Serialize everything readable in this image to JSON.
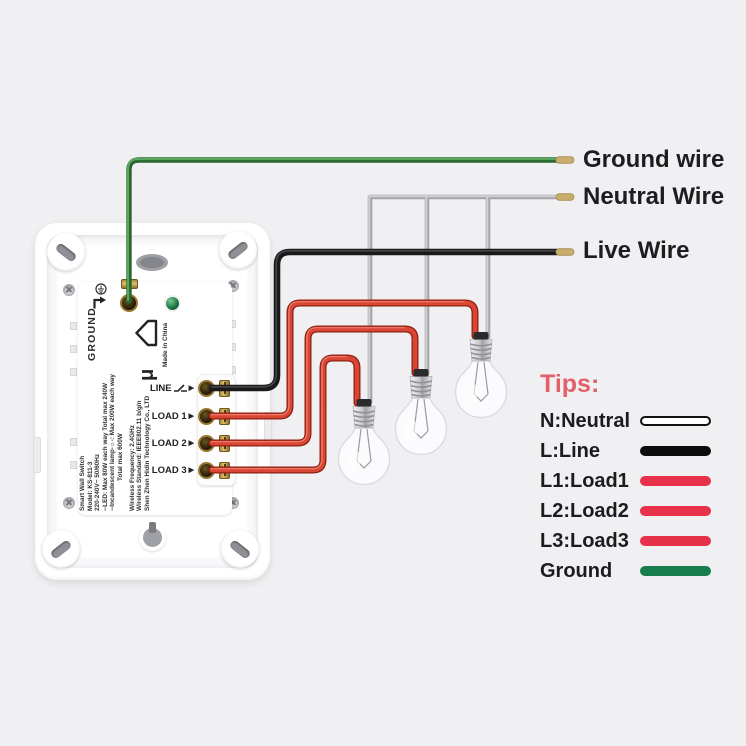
{
  "wire_labels": {
    "ground": "Ground wire",
    "neutral": "Neutral Wire",
    "live": "Live Wire"
  },
  "legend": {
    "title": "Tips:",
    "title_style": "color:#e2606a",
    "items": [
      {
        "label": "N:Neutral",
        "pill_style": "background:#ffffff;border:2.5px solid #111111"
      },
      {
        "label": "L:Line",
        "pill_style": "background:#0d0d0d;border:2.5px solid #0d0d0d"
      },
      {
        "label": "L1:Load1",
        "pill_style": "background:#e73049;border:2.5px solid #e73049"
      },
      {
        "label": "L2:Load2",
        "pill_style": "background:#e73049;border:2.5px solid #e73049"
      },
      {
        "label": "L3:Load3",
        "pill_style": "background:#e73049;border:2.5px solid #e73049"
      },
      {
        "label": "Ground",
        "pill_style": "background:#177d4d;border:2.5px solid #177d4d"
      }
    ]
  },
  "device": {
    "ground_label": "GROUND",
    "made_in": "Made in China",
    "mu_symbol": "μ",
    "terminal_arrow": "▶",
    "terminals": [
      {
        "label": "LINE"
      },
      {
        "label": "LOAD 1"
      },
      {
        "label": "LOAD 2"
      },
      {
        "label": "LOAD 3"
      }
    ],
    "spec_lines": [
      "Smart Wall Switch",
      "Model: KS-811-3",
      "220-240V~ 50/60Hz",
      "--LED: Max 80W each way  Total max 240W",
      "--Incandescent lamp-☼-: Max 200W each way",
      "Total max 600W",
      "Wireless Frequency: 2.4GHz",
      "Wireless Standard: IEEE802.11 b/g/n",
      "Shen Zhen Hidin Technology Co., LTD"
    ]
  },
  "colors": {
    "background": "#f0f0f2",
    "wire_red_core": "#da4634",
    "wire_red_edge": "#8f2013",
    "wire_red_highlight": "#ef8071",
    "wire_green_core": "#5aa65e",
    "wire_green_edge": "#2a662f",
    "wire_gray_core": "#d2d2d5",
    "wire_gray_edge": "#a4a4a9",
    "wire_black": "#1a1a1b",
    "wire_black_sheen": "#45454b",
    "wire_tip": "#c9ad6b",
    "wire_tip_edge": "#a68d52",
    "label_text": "#1d1d1f"
  }
}
